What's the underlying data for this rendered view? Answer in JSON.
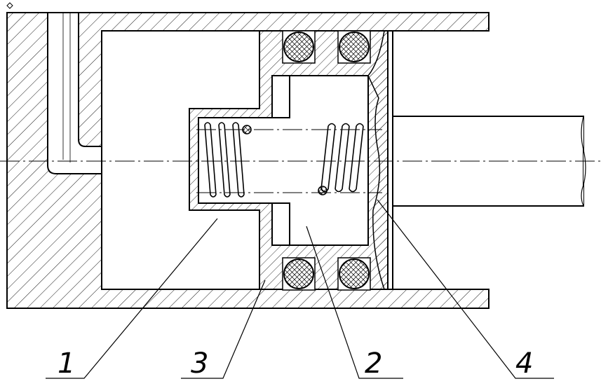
{
  "callouts": {
    "part_1": "1",
    "part_2": "2",
    "part_3": "3",
    "part_4": "4"
  },
  "colors": {
    "stroke": "#000000",
    "background": "#ffffff"
  }
}
